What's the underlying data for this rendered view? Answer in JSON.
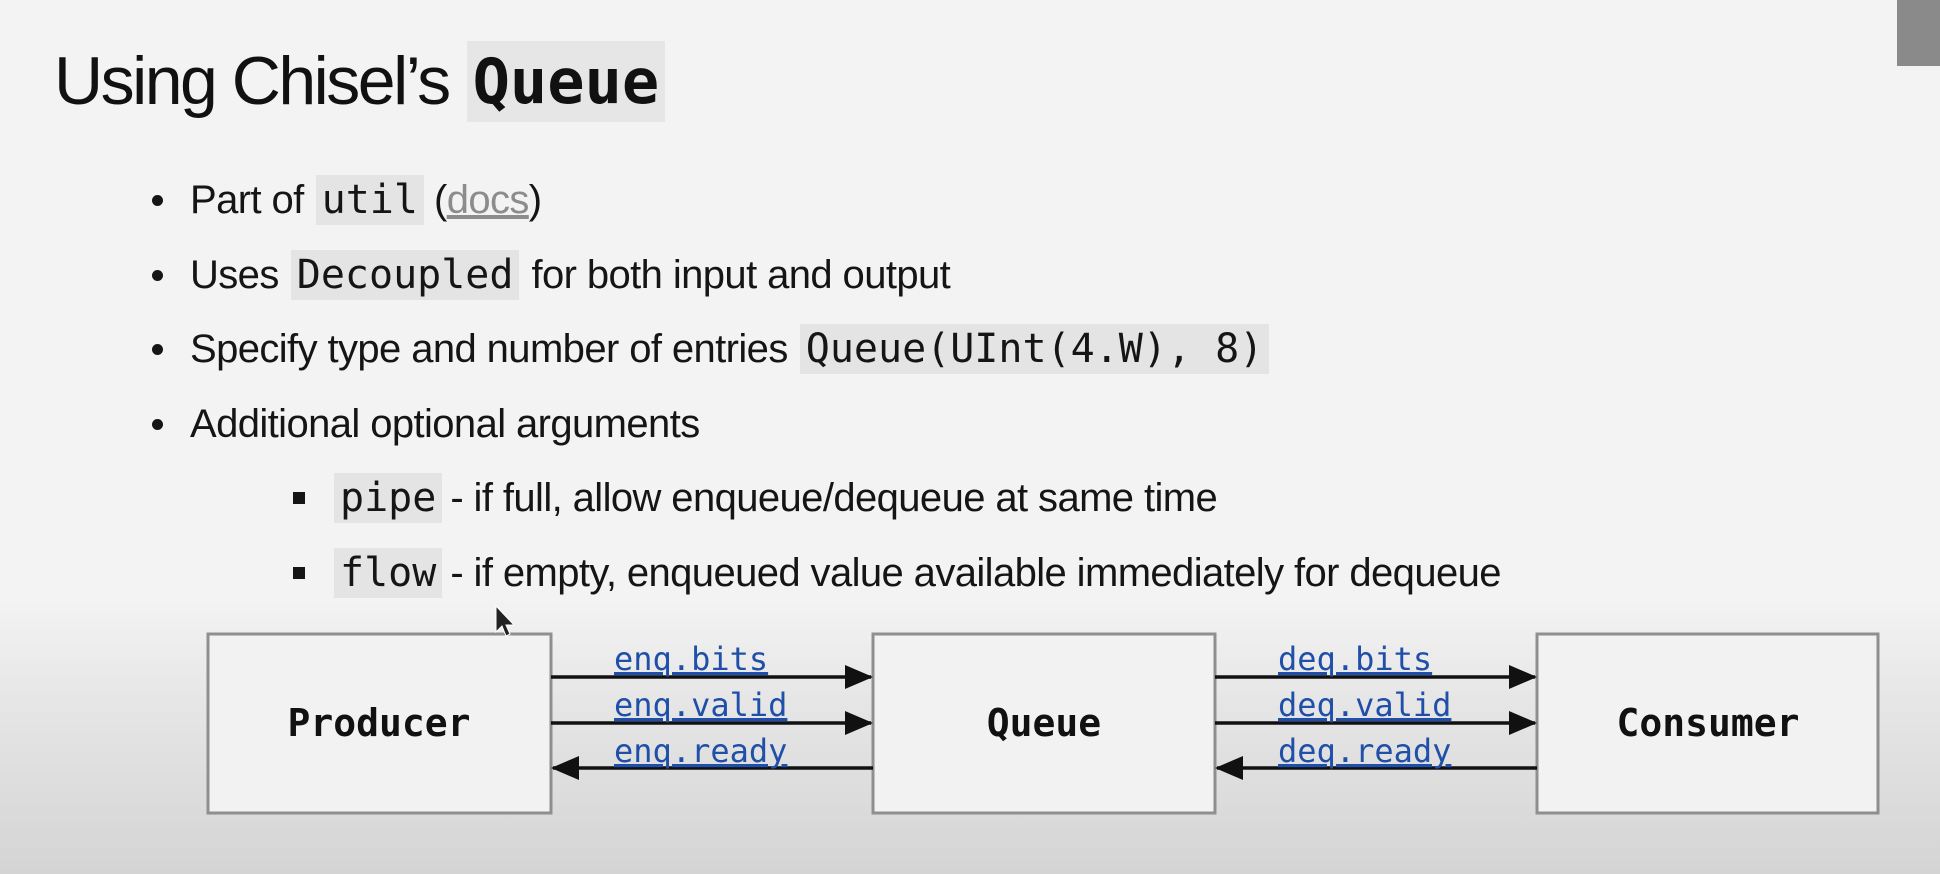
{
  "title": {
    "text": "Using Chisel’s",
    "code": "Queue"
  },
  "bullets": [
    {
      "pre": "Part of",
      "code": "util",
      "open": "(",
      "link": "docs",
      "close": ")",
      "post": ""
    },
    {
      "pre": "Uses",
      "code": "Decoupled",
      "post": "for both input and output"
    },
    {
      "pre": "Specify type and number of entries",
      "code": "Queue(UInt(4.W), 8)",
      "post": ""
    },
    {
      "pre": "Additional optional arguments",
      "code": "",
      "post": ""
    }
  ],
  "subbullets": [
    {
      "code": "pipe",
      "text": "- if full, allow enqueue/dequeue at same time"
    },
    {
      "code": "flow",
      "text": "- if empty, enqueued value available immediately for dequeue"
    }
  ],
  "diagram": {
    "boxes": [
      "Producer",
      "Queue",
      "Consumer"
    ],
    "enq": [
      "enq.bits",
      "enq.valid",
      "enq.ready"
    ],
    "deq": [
      "deq.bits",
      "deq.valid",
      "deq.ready"
    ]
  },
  "colors": {
    "signal_text": "#1f4fa8",
    "code_chip_bg": "#e4e4e4",
    "link_gray": "#8c8c8c"
  }
}
